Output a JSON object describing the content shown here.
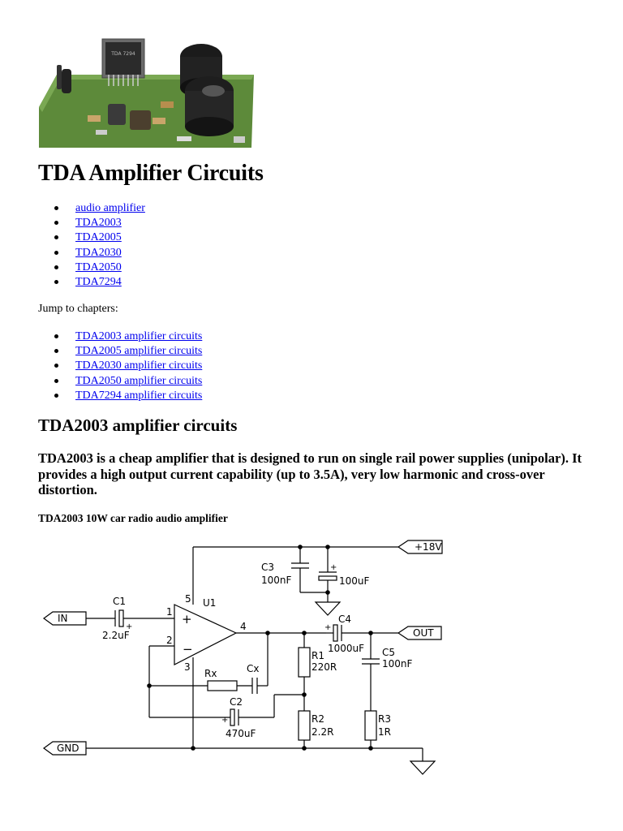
{
  "page": {
    "title": "TDA Amplifier Circuits",
    "product_links": [
      {
        "label": "audio amplifier"
      },
      {
        "label": "TDA2003"
      },
      {
        "label": "TDA2005"
      },
      {
        "label": "TDA2030"
      },
      {
        "label": "TDA2050"
      },
      {
        "label": "TDA7294"
      }
    ],
    "jump_label": "Jump to chapters:",
    "chapter_links": [
      {
        "label": "TDA2003 amplifier circuits"
      },
      {
        "label": "TDA2005 amplifier circuits"
      },
      {
        "label": "TDA2030 amplifier circuits"
      },
      {
        "label": "TDA2050 amplifier circuits"
      },
      {
        "label": "TDA7294 amplifier circuits"
      }
    ]
  },
  "section": {
    "heading": "TDA2003 amplifier circuits",
    "intro": "TDA2003 is a cheap amplifier that is designed to run on single rail power supplies (unipolar). It provides a high output current capability (up to 3.5A), very low harmonic and cross-over distortion.",
    "figure_caption": "TDA2003 10W car radio audio amplifier"
  },
  "schematic": {
    "supply": "+18V",
    "input": "IN",
    "output": "OUT",
    "ground": "GND",
    "chip": "U1",
    "plus_sign": "+",
    "minus_sign": "−",
    "pins": {
      "p1": "1",
      "p2": "2",
      "p3": "3",
      "p4": "4",
      "p5": "5"
    },
    "c1": {
      "name": "C1",
      "value": "2.2uF"
    },
    "c2": {
      "name": "C2",
      "value": "470uF"
    },
    "c3": {
      "name": "C3",
      "value": "100nF"
    },
    "c3b": {
      "value": "100uF"
    },
    "c4": {
      "name": "C4",
      "value": "1000uF"
    },
    "c5": {
      "name": "C5",
      "value": "100nF"
    },
    "r1": {
      "name": "R1",
      "value": "220R"
    },
    "r2": {
      "name": "R2",
      "value": "2.2R"
    },
    "r3": {
      "name": "R3",
      "value": "1R"
    },
    "rx": {
      "name": "Rx"
    },
    "cx": {
      "name": "Cx"
    }
  },
  "photo": {
    "chip_marking": "TDA 7294"
  },
  "colors": {
    "link": "#0000ee",
    "pcb": "#5d8a3a"
  }
}
